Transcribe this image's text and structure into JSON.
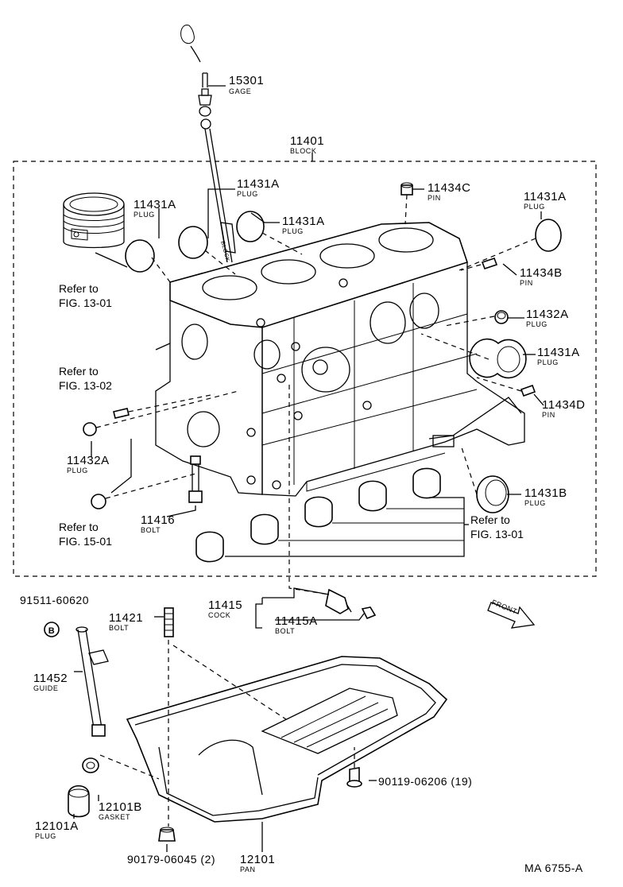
{
  "parts": {
    "p15301": {
      "num": "15301",
      "name": "GAGE"
    },
    "p11401": {
      "num": "11401",
      "name": "BLOCK"
    },
    "p11431A_top": {
      "num": "11431A",
      "name": "PLUG"
    },
    "p11434C": {
      "num": "11434C",
      "name": "PIN"
    },
    "p11431A_left": {
      "num": "11431A",
      "name": "PLUG"
    },
    "p11431A_mid": {
      "num": "11431A",
      "name": "PLUG"
    },
    "p11431A_right": {
      "num": "11431A",
      "name": "PLUG"
    },
    "p11434B": {
      "num": "11434B",
      "name": "PIN"
    },
    "p11432A_right": {
      "num": "11432A",
      "name": "PLUG"
    },
    "p11431A_lowright": {
      "num": "11431A",
      "name": "PLUG"
    },
    "p11434D": {
      "num": "11434D",
      "name": "PIN"
    },
    "p11432A_left": {
      "num": "11432A",
      "name": "PLUG"
    },
    "p11416": {
      "num": "11416",
      "name": "BOLT"
    },
    "p11431B": {
      "num": "11431B",
      "name": "PLUG"
    },
    "p11415": {
      "num": "11415",
      "name": "COCK"
    },
    "p11415A": {
      "num": "11415A",
      "name": "BOLT"
    },
    "p91511": {
      "num": "91511-60620",
      "name": ""
    },
    "p11421": {
      "num": "11421",
      "name": "BOLT"
    },
    "p11452": {
      "num": "11452",
      "name": "GUIDE"
    },
    "p90119": {
      "num": "90119-06206 (19)",
      "name": ""
    },
    "p12101B": {
      "num": "12101B",
      "name": "GASKET"
    },
    "p12101A": {
      "num": "12101A",
      "name": "PLUG"
    },
    "p90179": {
      "num": "90179-06045 (2)",
      "name": ""
    },
    "p12101": {
      "num": "12101",
      "name": "PAN"
    }
  },
  "refs": {
    "r1_a": "Refer to",
    "r1_b": "FIG. 13-01",
    "r2_a": "Refer to",
    "r2_b": "FIG. 13-02",
    "r3_a": "Refer to",
    "r3_b": "FIG. 15-01",
    "r4_a": "Refer to",
    "r4_b": "FIG. 13-01"
  },
  "callout_b": "B",
  "front_label": "FRONT",
  "figure_id": "MA 6755-A",
  "block_face": "BLOCK"
}
